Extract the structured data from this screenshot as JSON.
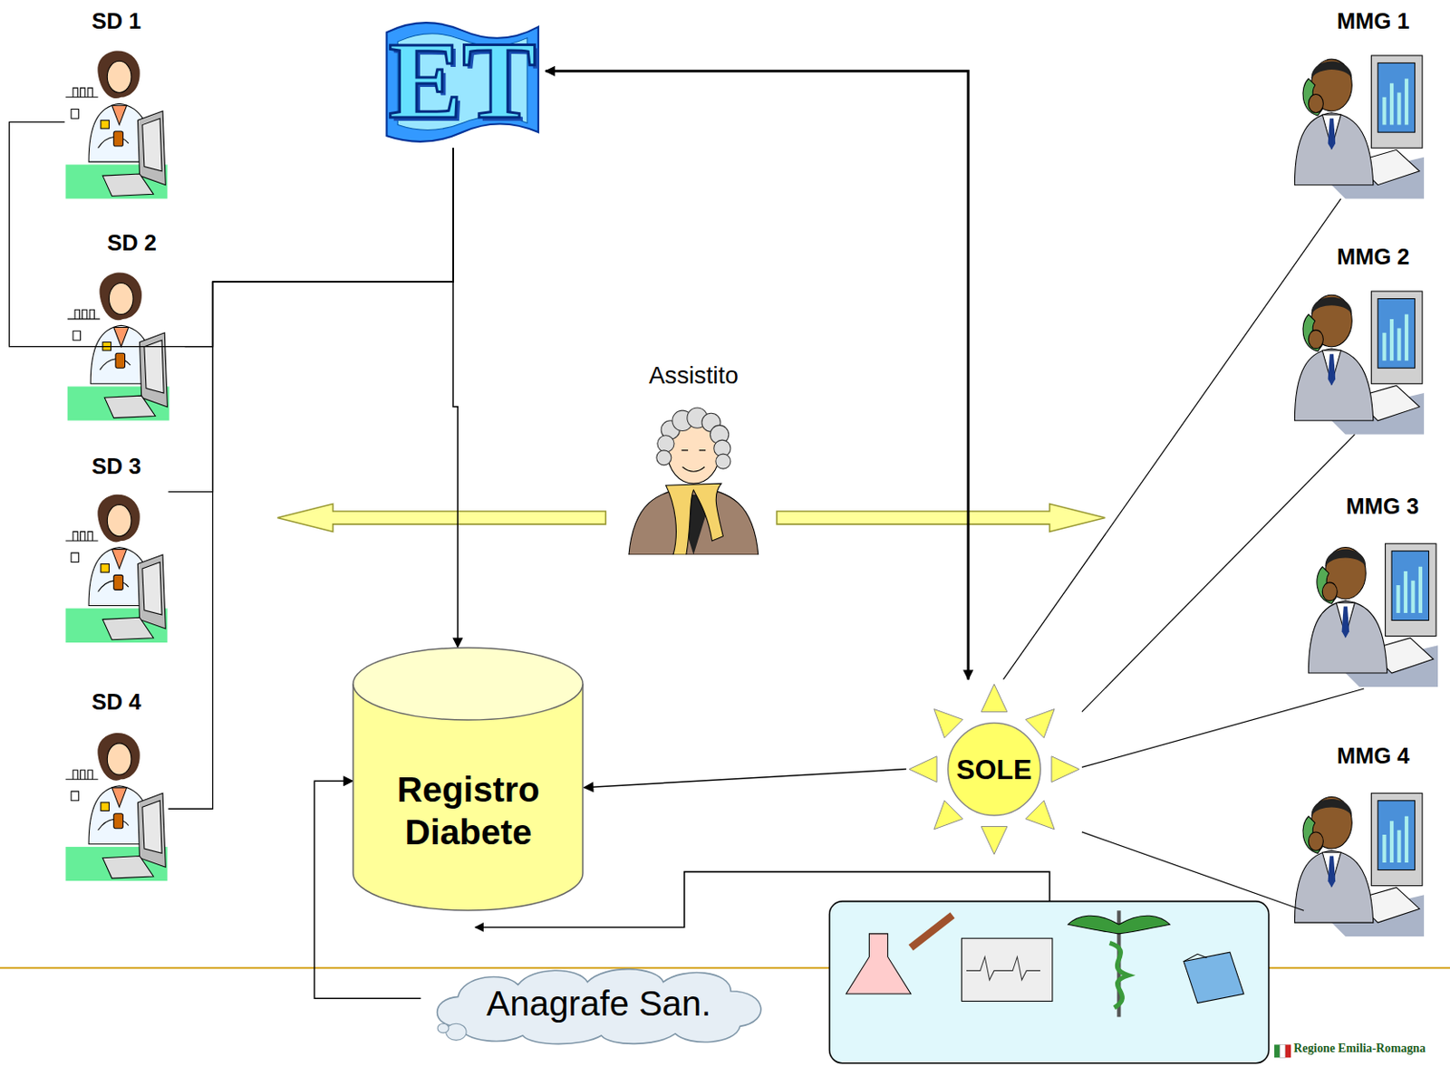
{
  "diagram": {
    "nodes": [
      {
        "text": [
          "SD 1"
        ]
      },
      {
        "text": [
          "SD 2"
        ]
      },
      {
        "text": [
          "SD 3"
        ]
      },
      {
        "text": [
          "SD 4"
        ]
      },
      {
        "text": [
          "ET"
        ]
      },
      {
        "text": [
          "MMG 1"
        ]
      },
      {
        "text": [
          "MMG 2"
        ]
      },
      {
        "text": [
          "MMG 3"
        ]
      },
      {
        "text": [
          "MMG 4"
        ]
      },
      {
        "text": [
          "Assistito"
        ]
      },
      {
        "text": [
          "Registro Diabete"
        ]
      },
      {
        "text": [
          "SOLE"
        ]
      },
      {
        "text": [
          "Anagrafe San."
        ]
      }
    ],
    "edges": [
      {
        "from": 0,
        "to": 4,
        "arrow": "none"
      },
      {
        "from": 1,
        "to": 4,
        "arrow": "none"
      },
      {
        "from": 2,
        "to": 4,
        "arrow": "none"
      },
      {
        "from": 3,
        "to": 4,
        "arrow": "none"
      },
      {
        "from": 4,
        "to": 10,
        "arrow": "to"
      },
      {
        "from": 11,
        "to": 4,
        "arrow": "both"
      },
      {
        "from": 11,
        "to": 10,
        "arrow": "to"
      },
      {
        "from": 11,
        "to": 5,
        "arrow": "none"
      },
      {
        "from": 11,
        "to": 6,
        "arrow": "none"
      },
      {
        "from": 11,
        "to": 7,
        "arrow": "none"
      },
      {
        "from": 11,
        "to": 8,
        "arrow": "none"
      },
      {
        "from": 12,
        "to": 10,
        "arrow": "to"
      }
    ],
    "labels": [
      "Regione Emilia-Romagna"
    ]
  }
}
